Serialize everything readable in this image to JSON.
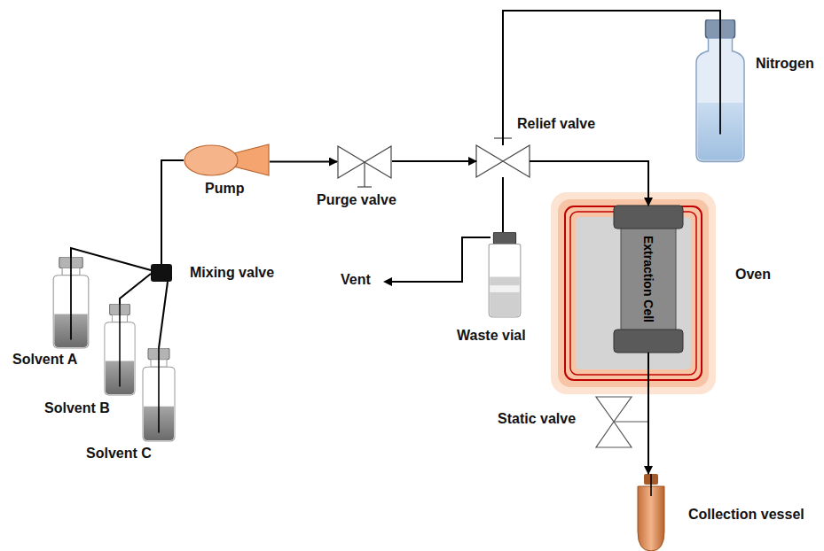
{
  "diagram": {
    "nodes": [
      {
        "text": [
          "Solvent A"
        ]
      },
      {
        "text": [
          "Solvent B"
        ]
      },
      {
        "text": [
          "Solvent C"
        ]
      },
      {
        "text": [
          "Mixing valve"
        ]
      },
      {
        "text": [
          "Pump"
        ]
      },
      {
        "text": [
          "Purge valve"
        ]
      },
      {
        "text": [
          "Relief valve"
        ]
      },
      {
        "text": [
          "Nitrogen"
        ]
      },
      {
        "text": [
          "Waste vial"
        ]
      },
      {
        "text": [
          "Oven"
        ]
      },
      {
        "text": [
          "Extraction Cell"
        ],
        "in": 9
      },
      {
        "text": [
          "Static valve"
        ]
      },
      {
        "text": [
          "Collection vessel"
        ]
      }
    ],
    "edges": [
      {
        "from": 0,
        "to": 3,
        "arrow": "none"
      },
      {
        "from": 1,
        "to": 3,
        "arrow": "none"
      },
      {
        "from": 2,
        "to": 3,
        "arrow": "none"
      },
      {
        "from": 3,
        "to": 4,
        "arrow": "none"
      },
      {
        "from": 4,
        "to": 5,
        "arrow": "to"
      },
      {
        "from": 5,
        "to": 6,
        "arrow": "to"
      },
      {
        "from": 7,
        "to": 6,
        "arrow": "none"
      },
      {
        "from": 6,
        "to": 8,
        "arrow": "none"
      },
      {
        "from": 6,
        "to": 10,
        "arrow": "to"
      },
      {
        "from": 10,
        "to": 12,
        "arrow": "to"
      }
    ],
    "labels": [
      "Vent"
    ]
  }
}
